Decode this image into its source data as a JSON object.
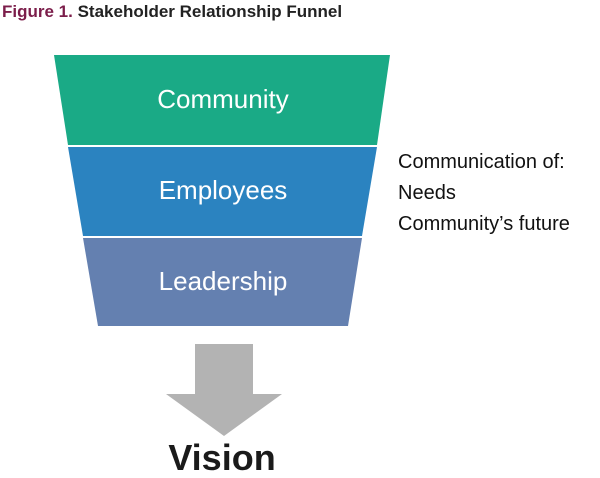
{
  "title": {
    "number": "Figure 1.",
    "name": "Stakeholder Relationship Funnel"
  },
  "funnel": {
    "levels": [
      {
        "label": "Community",
        "color": "#1aaa86"
      },
      {
        "label": "Employees",
        "color": "#2b83c0"
      },
      {
        "label": "Leadership",
        "color": "#6480b0"
      }
    ]
  },
  "arrow": {
    "color": "#b3b3b3"
  },
  "outcome": {
    "label": "Vision"
  },
  "side_note": {
    "heading": "Communication of:",
    "items": [
      "Needs",
      "Community’s future"
    ]
  }
}
